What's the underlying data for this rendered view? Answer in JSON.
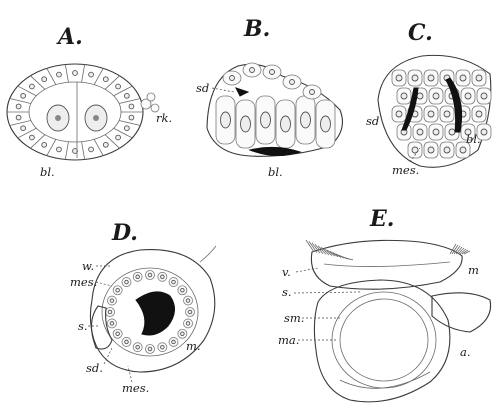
{
  "panels": {
    "A": {
      "letter": "A.",
      "labels": {
        "rk": "rk.",
        "bl": "bl."
      }
    },
    "B": {
      "letter": "B.",
      "labels": {
        "sd": "sd",
        "bl": "bl."
      }
    },
    "C": {
      "letter": "C.",
      "labels": {
        "sd": "sd",
        "bl": "bl.",
        "mes": "mes."
      }
    },
    "D": {
      "letter": "D.",
      "labels": {
        "w": "w.",
        "mes_top": "mes.",
        "s": "s.",
        "sd": "sd.",
        "m": "m.",
        "mes_bottom": "mes."
      }
    },
    "E": {
      "letter": "E.",
      "labels": {
        "v": "v.",
        "m": "m",
        "s": "s.",
        "sm": "sm.",
        "ma": "ma.",
        "a": "a."
      }
    }
  }
}
